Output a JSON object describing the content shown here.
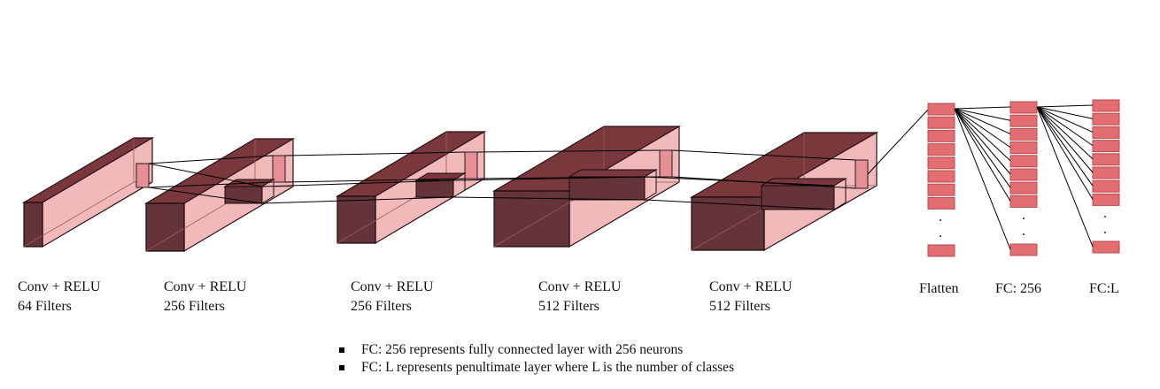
{
  "colors": {
    "block_front": "#65333a",
    "block_top": "#7a383d",
    "block_side": "#f2b9bb",
    "block_inner": "#e8a6a9",
    "kernel_fill": "#e78f94",
    "neuron_fill": "#e26e72",
    "neuron_stroke": "#b84a50",
    "line": "#000000"
  },
  "conv_layers": [
    {
      "title": "Conv + RELU",
      "filters": "64 Filters"
    },
    {
      "title": "Conv + RELU",
      "filters": "256 Filters"
    },
    {
      "title": "Conv + RELU",
      "filters": "256 Filters"
    },
    {
      "title": "Conv + RELU",
      "filters": "512 Filters"
    },
    {
      "title": "Conv + RELU",
      "filters": "512 Filters"
    }
  ],
  "dense_layers": [
    {
      "label": "Flatten",
      "visible_neurons": 8
    },
    {
      "label": "FC: 256",
      "visible_neurons": 8
    },
    {
      "label": "FC:L",
      "visible_neurons": 8
    }
  ],
  "ellipsis": ".",
  "notes": [
    "FC: 256 represents fully connected layer with 256 neurons",
    "FC: L represents penultimate layer where L is the number of classes"
  ]
}
